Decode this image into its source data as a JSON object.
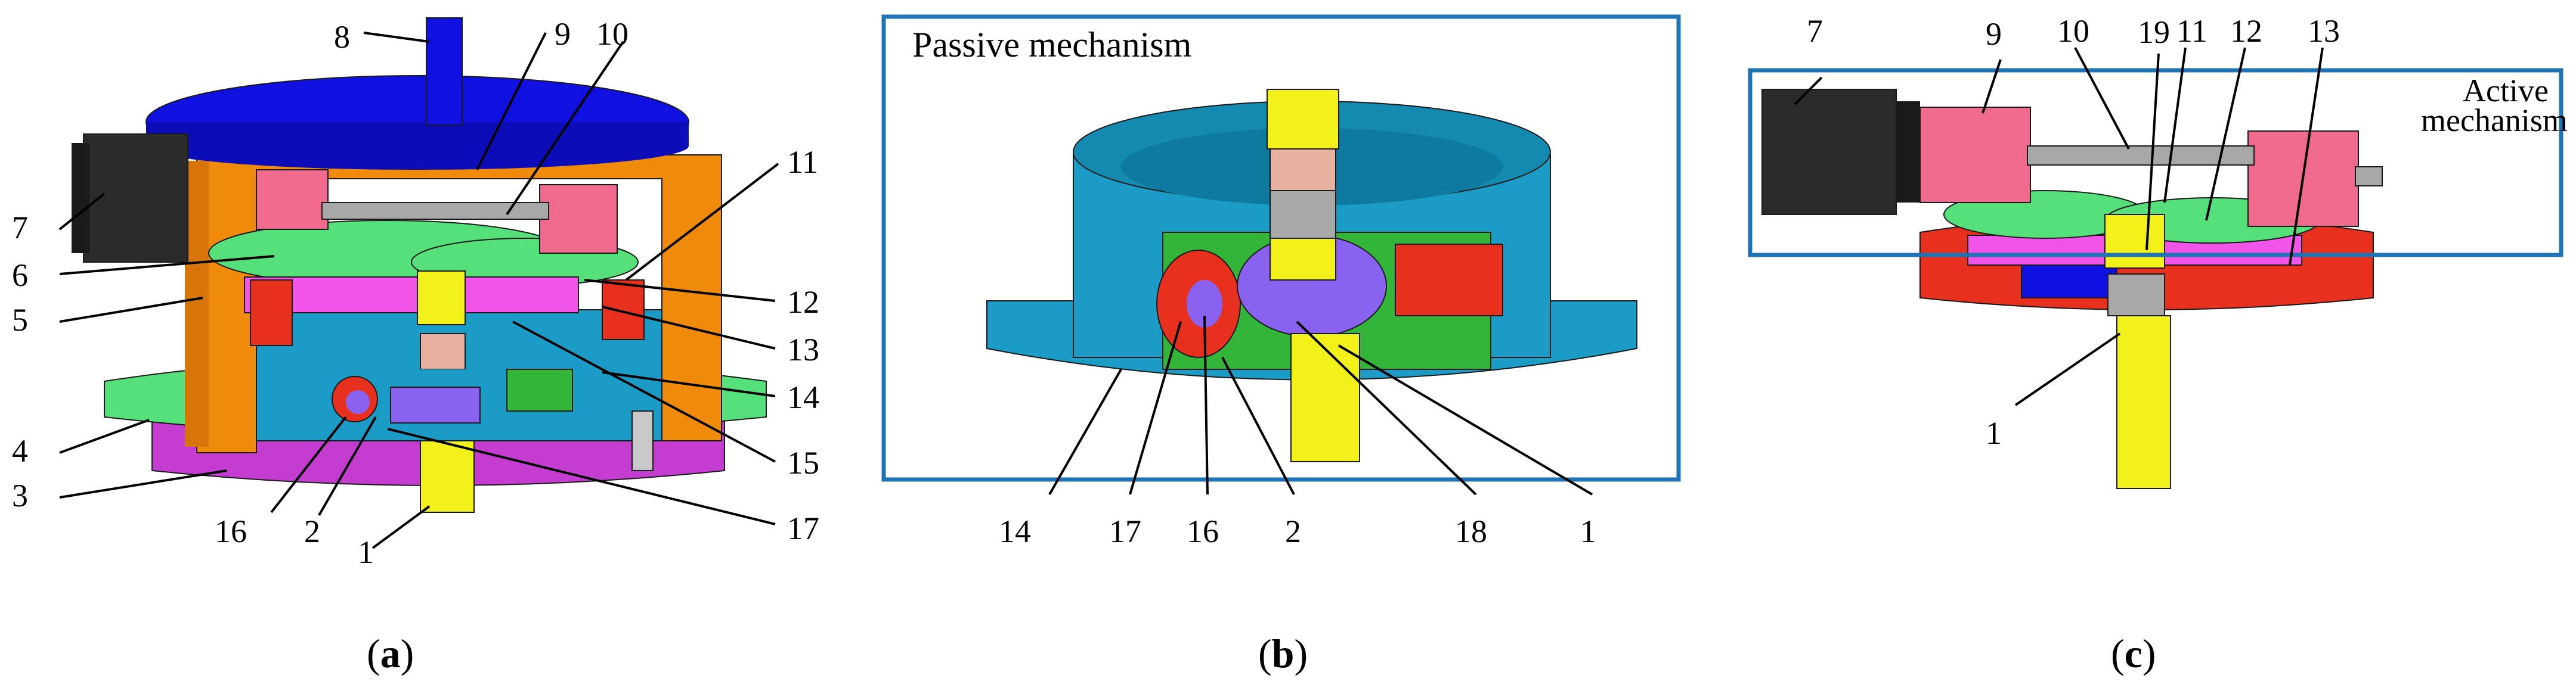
{
  "panels": {
    "a": {
      "caption_open": "(",
      "caption_letter": "a",
      "caption_close": ")",
      "labels": [
        "8",
        "9",
        "10",
        "11",
        "7",
        "6",
        "5",
        "12",
        "13",
        "14",
        "4",
        "3",
        "15",
        "16",
        "2",
        "17",
        "1"
      ]
    },
    "b": {
      "title": "Passive mechanism",
      "caption_open": "(",
      "caption_letter": "b",
      "caption_close": ")",
      "labels": [
        "14",
        "17",
        "16",
        "2",
        "18",
        "1"
      ]
    },
    "c": {
      "title_line1": "Active",
      "title_line2": "mechanism",
      "caption_open": "(",
      "caption_letter": "c",
      "caption_close": ")",
      "labels": [
        "7",
        "9",
        "10",
        "19",
        "11",
        "12",
        "13",
        "1"
      ]
    }
  },
  "colors": {
    "frame_blue": "#1f73b7",
    "top_plate": "#1010e0",
    "housing_orange": "#f08a0a",
    "motor_dark": "#2b2b2b",
    "slider_pink": "#f06a8e",
    "green_disk": "#55e07a",
    "gear_magenta": "#f055e8",
    "shaft_yellow": "#f2f21a",
    "worm_red": "#e8301e",
    "gear_purple": "#8a62f0",
    "cyan_body": "#1a9cc6",
    "base_magenta": "#c43cd0",
    "worm_green": "#33b53a",
    "screw_gray": "#a8a8a8"
  }
}
